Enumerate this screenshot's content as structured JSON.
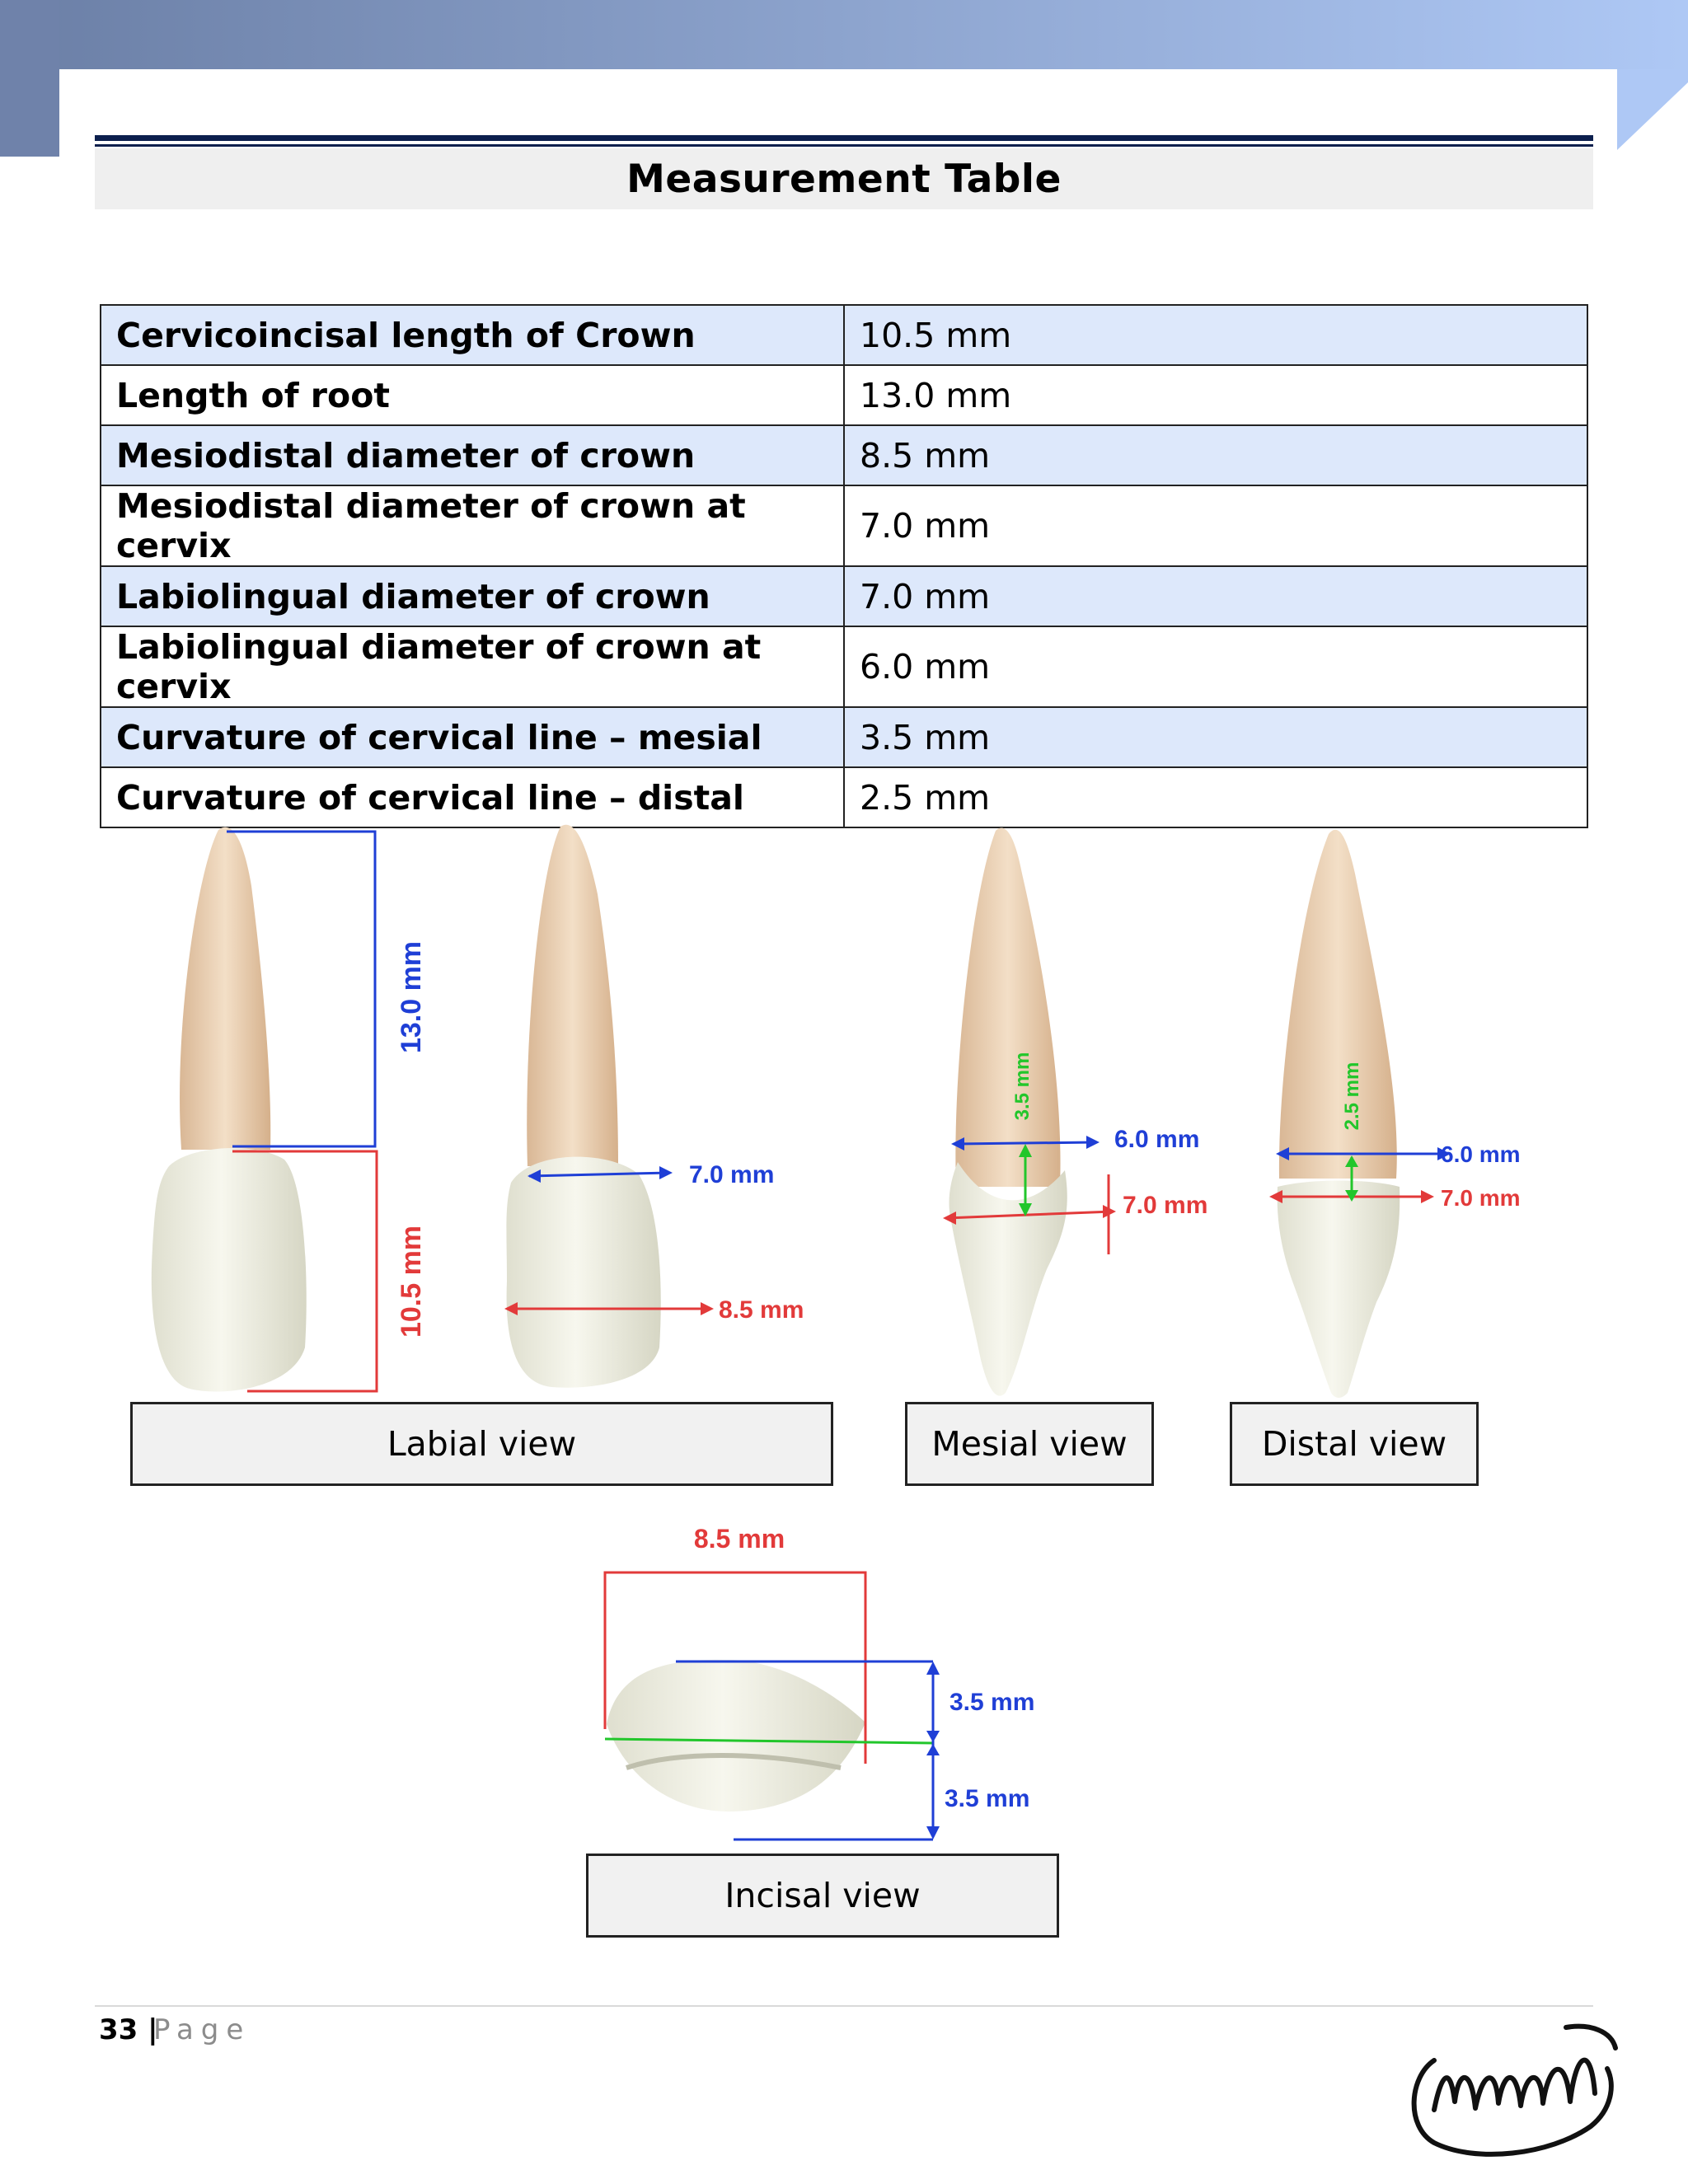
{
  "page": {
    "title": "Measurement Table",
    "number": "33 |",
    "page_word": "Page"
  },
  "table": {
    "rows": [
      {
        "label": "Cervicoincisal length of Crown",
        "value": "10.5 mm"
      },
      {
        "label": "Length of root",
        "value": "13.0 mm"
      },
      {
        "label": "Mesiodistal diameter of crown",
        "value": "8.5 mm"
      },
      {
        "label": "Mesiodistal diameter of crown at cervix",
        "value": "7.0 mm"
      },
      {
        "label": "Labiolingual diameter of crown",
        "value": "7.0 mm"
      },
      {
        "label": "Labiolingual diameter of crown at cervix",
        "value": "6.0 mm"
      },
      {
        "label": "Curvature of cervical line – mesial",
        "value": "3.5 mm"
      },
      {
        "label": "Curvature of cervical line – distal",
        "value": "2.5 mm"
      }
    ]
  },
  "figures": {
    "labial": {
      "caption": "Labial view",
      "root_length": "13.0 mm",
      "crown_length": "10.5 mm",
      "cervix_width": "7.0 mm",
      "crown_width": "8.5 mm"
    },
    "mesial": {
      "caption": "Mesial view",
      "curvature": "3.5 mm",
      "cervix_width": "6.0 mm",
      "crown_width": "7.0 mm"
    },
    "distal": {
      "caption": "Distal view",
      "curvature": "2.5 mm",
      "cervix_width": "6.0 mm",
      "crown_width": "7.0 mm"
    },
    "incisal": {
      "caption": "Incisal view",
      "width": "8.5 mm",
      "upper_half": "3.5 mm",
      "lower_half": "3.5 mm"
    }
  },
  "colors": {
    "navy_rule": "#0c1f4d",
    "table_shade": "#dde8fb",
    "dim_blue": "#1f3fd6",
    "dim_red": "#e23a3a",
    "dim_green": "#22c62b"
  }
}
